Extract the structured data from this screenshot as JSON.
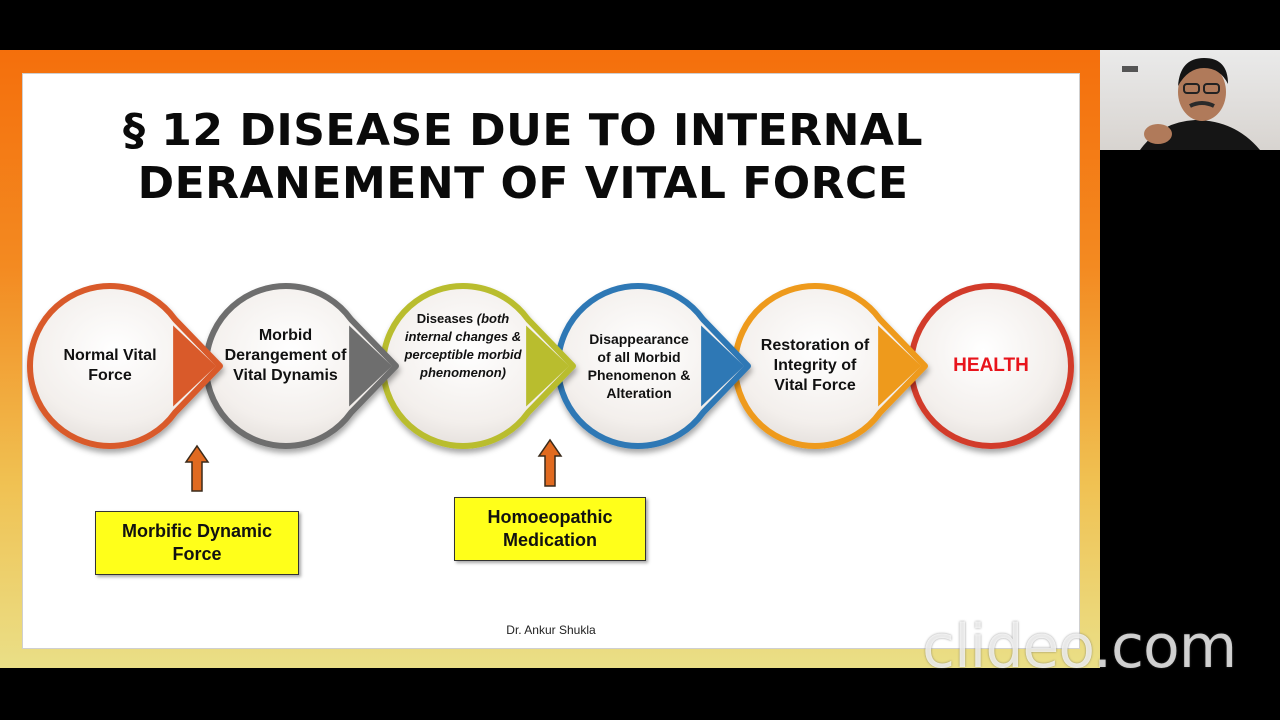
{
  "slide": {
    "title_line1": "§ 12 DISEASE DUE TO INTERNAL",
    "title_line2": "DERANEMENT OF VITAL FORCE",
    "footer": "Dr. Ankur Shukla"
  },
  "flow": {
    "colors": {
      "node1": "#d95a2b",
      "node2": "#6e6e6e",
      "node3": "#b9bd2e",
      "node4": "#2f78b5",
      "node5": "#ee9a1a",
      "node6": "#d23b2b",
      "arrow": "#e06a20",
      "box": "#ffff1a",
      "health_text": "#e8141c"
    },
    "node1_label": "Normal Vital Force",
    "node2_label": "Morbid Derangement of Vital Dynamis",
    "node3_label_plain": "Diseases",
    "node3_label_italic": "(both internal changes & perceptible morbid phenomenon)",
    "node4_label": "Disappearance of all Morbid Phenomenon & Alteration",
    "node5_label": "Restoration of Integrity of Vital Force",
    "node6_label": "HEALTH",
    "box_left": "Morbific Dynamic Force",
    "box_right": "Homoeopathic Medication"
  },
  "watermark": "clideo.com"
}
